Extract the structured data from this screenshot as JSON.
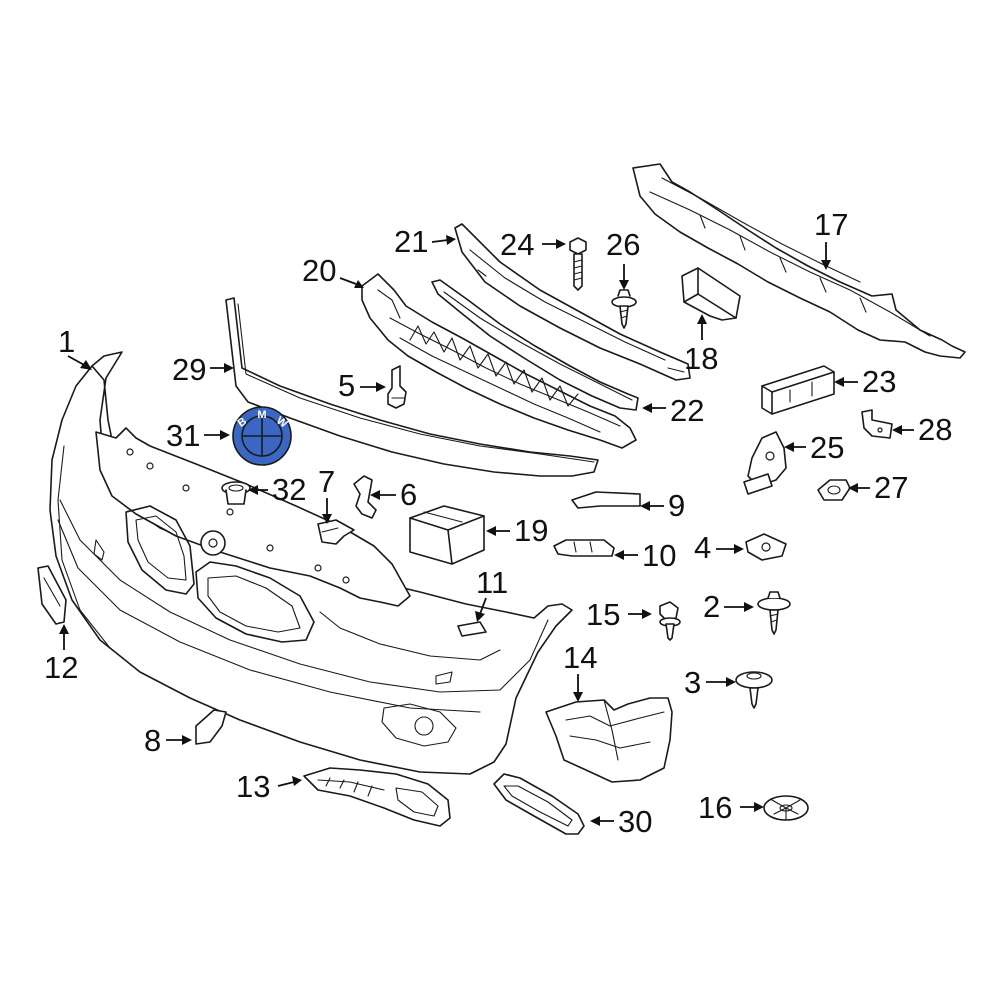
{
  "diagram": {
    "type": "exploded-parts-diagram",
    "highlight_color": "#3a66c4",
    "emblem_letters": [
      "B",
      "M",
      "W"
    ],
    "callouts": [
      {
        "id": "1",
        "label": "1"
      },
      {
        "id": "2",
        "label": "2"
      },
      {
        "id": "3",
        "label": "3"
      },
      {
        "id": "4",
        "label": "4"
      },
      {
        "id": "5",
        "label": "5"
      },
      {
        "id": "6",
        "label": "6"
      },
      {
        "id": "7",
        "label": "7"
      },
      {
        "id": "8",
        "label": "8"
      },
      {
        "id": "9",
        "label": "9"
      },
      {
        "id": "10",
        "label": "10"
      },
      {
        "id": "11",
        "label": "11"
      },
      {
        "id": "12",
        "label": "12"
      },
      {
        "id": "13",
        "label": "13"
      },
      {
        "id": "14",
        "label": "14"
      },
      {
        "id": "15",
        "label": "15"
      },
      {
        "id": "16",
        "label": "16"
      },
      {
        "id": "17",
        "label": "17"
      },
      {
        "id": "18",
        "label": "18"
      },
      {
        "id": "19",
        "label": "19"
      },
      {
        "id": "20",
        "label": "20"
      },
      {
        "id": "21",
        "label": "21"
      },
      {
        "id": "22",
        "label": "22"
      },
      {
        "id": "23",
        "label": "23"
      },
      {
        "id": "24",
        "label": "24"
      },
      {
        "id": "25",
        "label": "25"
      },
      {
        "id": "26",
        "label": "26"
      },
      {
        "id": "27",
        "label": "27"
      },
      {
        "id": "28",
        "label": "28"
      },
      {
        "id": "29",
        "label": "29"
      },
      {
        "id": "30",
        "label": "30"
      },
      {
        "id": "31",
        "label": "31"
      },
      {
        "id": "32",
        "label": "32"
      }
    ]
  }
}
